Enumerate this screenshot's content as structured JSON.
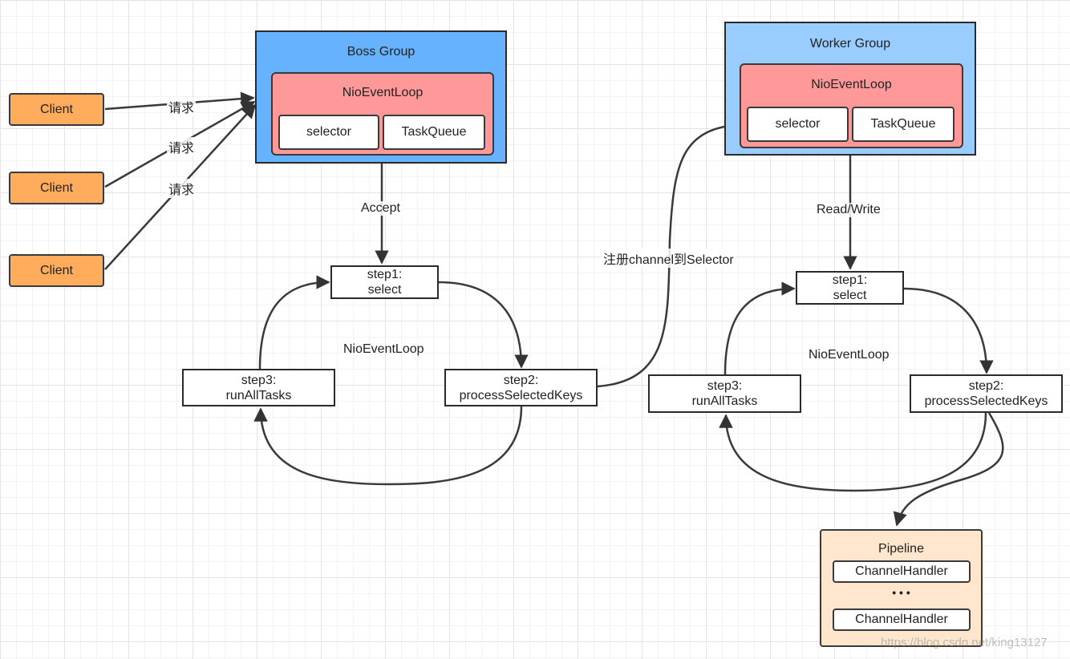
{
  "clients": [
    "Client",
    "Client",
    "Client"
  ],
  "request_labels": [
    "请求",
    "请求",
    "请求"
  ],
  "boss": {
    "title": "Boss Group",
    "loop": "NioEventLoop",
    "selector": "selector",
    "taskqueue": "TaskQueue",
    "accept": "Accept"
  },
  "worker": {
    "title": "Worker Group",
    "loop": "NioEventLoop",
    "selector": "selector",
    "taskqueue": "TaskQueue",
    "readwrite": "Read/Write"
  },
  "register_label": "注册channel到Selector",
  "boss_cycle": {
    "center": "NioEventLoop",
    "step1_a": "step1:",
    "step1_b": "select",
    "step2_a": "step2:",
    "step2_b": "processSelectedKeys",
    "step3_a": "step3:",
    "step3_b": "runAllTasks"
  },
  "worker_cycle": {
    "center": "NioEventLoop",
    "step1_a": "step1:",
    "step1_b": "select",
    "step2_a": "step2:",
    "step2_b": "processSelectedKeys",
    "step3_a": "step3:",
    "step3_b": "runAllTasks"
  },
  "pipeline": {
    "title": "Pipeline",
    "handler1": "ChannelHandler",
    "ellipsis": "• • •",
    "handler2": "ChannelHandler"
  },
  "watermark": "https://blog.csdn.net/king13127",
  "colors": {
    "client": "#ffad5c",
    "boss_group": "#66b2ff",
    "worker_group": "#99ccff",
    "event_loop": "#ff9999",
    "pipeline": "#ffe6cc"
  }
}
